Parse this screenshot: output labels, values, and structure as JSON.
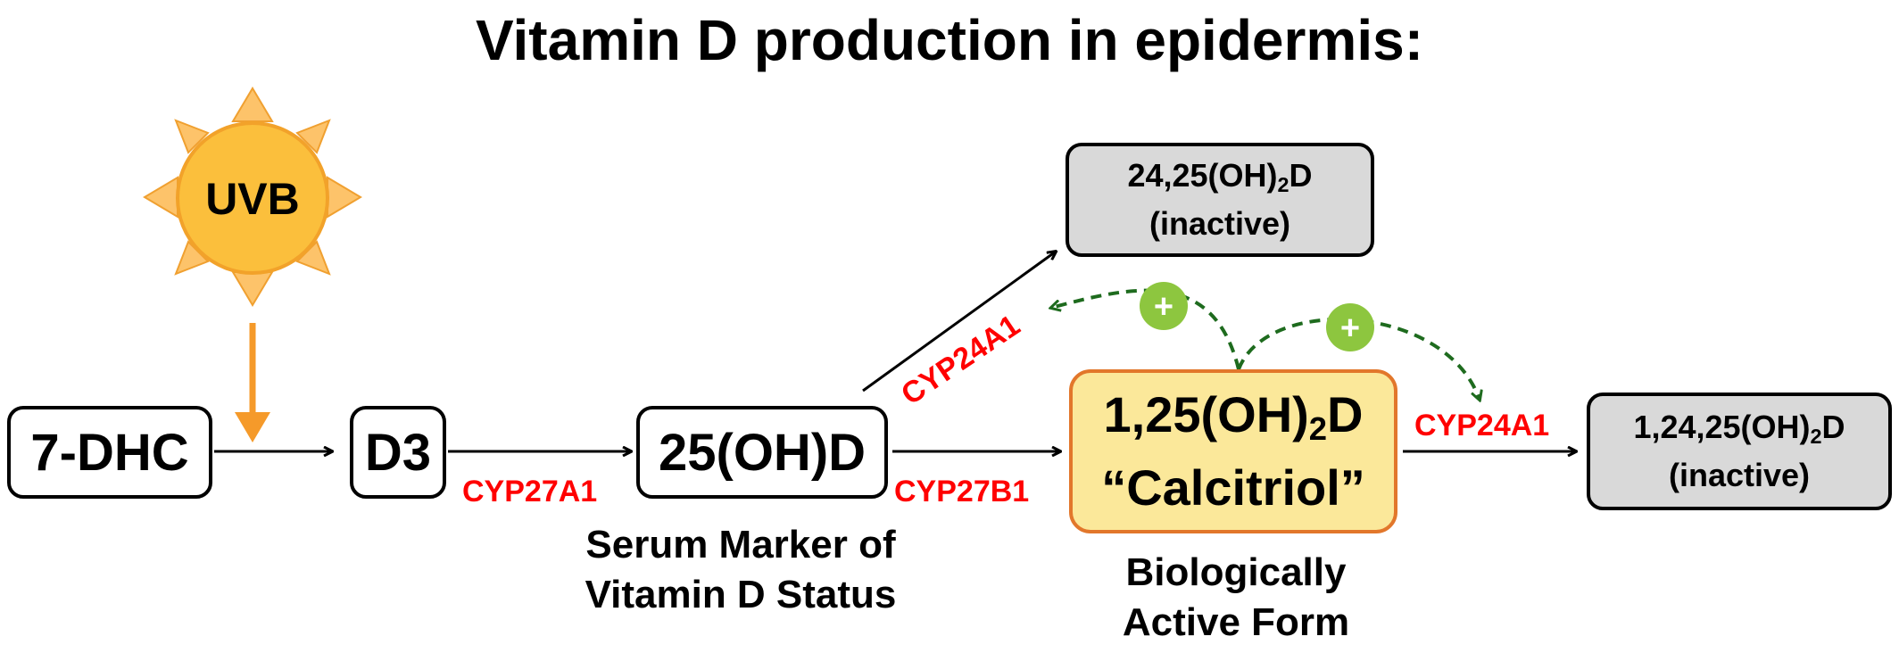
{
  "title": "Vitamin D production in epidermis:",
  "colors": {
    "sun_fill": "#fbbf3c",
    "sun_ray": "#fdc36a",
    "sun_arrow": "#f59a2a",
    "enzyme_red": "#ff0000",
    "active_fill": "#fbe89a",
    "active_border": "#e2772b",
    "inactive_fill": "#d9d9d9",
    "feedback_green": "#1e6b1e",
    "plus_green": "#8dc63f"
  },
  "sun": {
    "label": "UVB"
  },
  "nodes": {
    "dhc": "7-DHC",
    "d3": "D3",
    "ohd": "25(OH)D",
    "calcitriol_line1_pre": "1,25(OH)",
    "calcitriol_line1_sub": "2",
    "calcitriol_line1_post": "D",
    "calcitriol_line2": "“Calcitriol”",
    "inactive_top_pre": "24,25(OH)",
    "inactive_top_sub": "2",
    "inactive_top_post": "D",
    "inactive_top_note": "(inactive)",
    "inactive_right_pre": "1,24,25(OH)",
    "inactive_right_sub": "2",
    "inactive_right_post": "D",
    "inactive_right_note": "(inactive)"
  },
  "enzymes": {
    "cyp27a1": "CYP27A1",
    "cyp27b1": "CYP27B1",
    "cyp24a1_diag": "CYP24A1",
    "cyp24a1_right": "CYP24A1"
  },
  "captions": {
    "serum_line1": "Serum Marker of",
    "serum_line2": "Vitamin D Status",
    "active_line1": "Biologically",
    "active_line2": "Active Form"
  },
  "feedback": {
    "plus_symbol": "+"
  }
}
